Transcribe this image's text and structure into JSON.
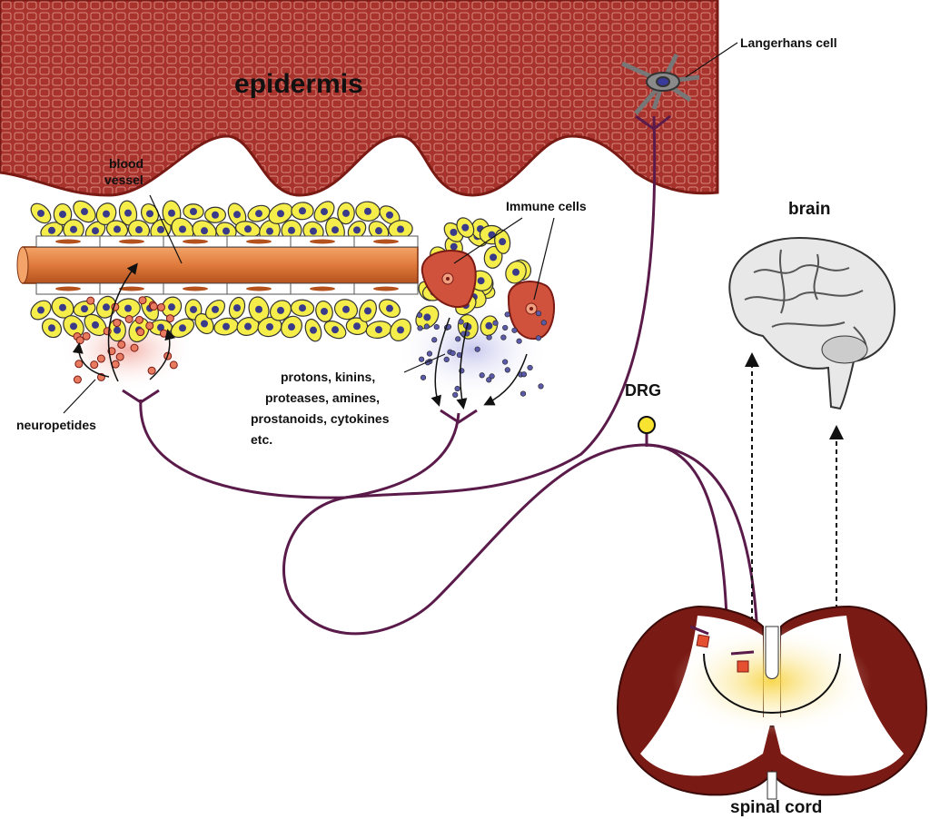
{
  "labels": {
    "epidermis": "epidermis",
    "langerhans": "Langerhans cell",
    "blood_vessel_1": "blood",
    "blood_vessel_2": "vessel",
    "immune_cells": "Immune cells",
    "brain": "brain",
    "drg": "DRG",
    "neuropeptides": "neuropetides",
    "mediators": [
      "protons, kinins,",
      "proteases, amines,",
      "prostanoids, cytokines",
      "etc."
    ],
    "spinal_cord": "spinal cord"
  },
  "colors": {
    "epidermis": "#a8322c",
    "nerve": "#5a1a4a",
    "vessel": "#e07a3c",
    "cell_yellow": "#f5ee4a",
    "nucleus": "#3a3a8a",
    "immune": "#d0523c",
    "spinal_grey": "#7a1a14",
    "drg": "#f7e330"
  }
}
